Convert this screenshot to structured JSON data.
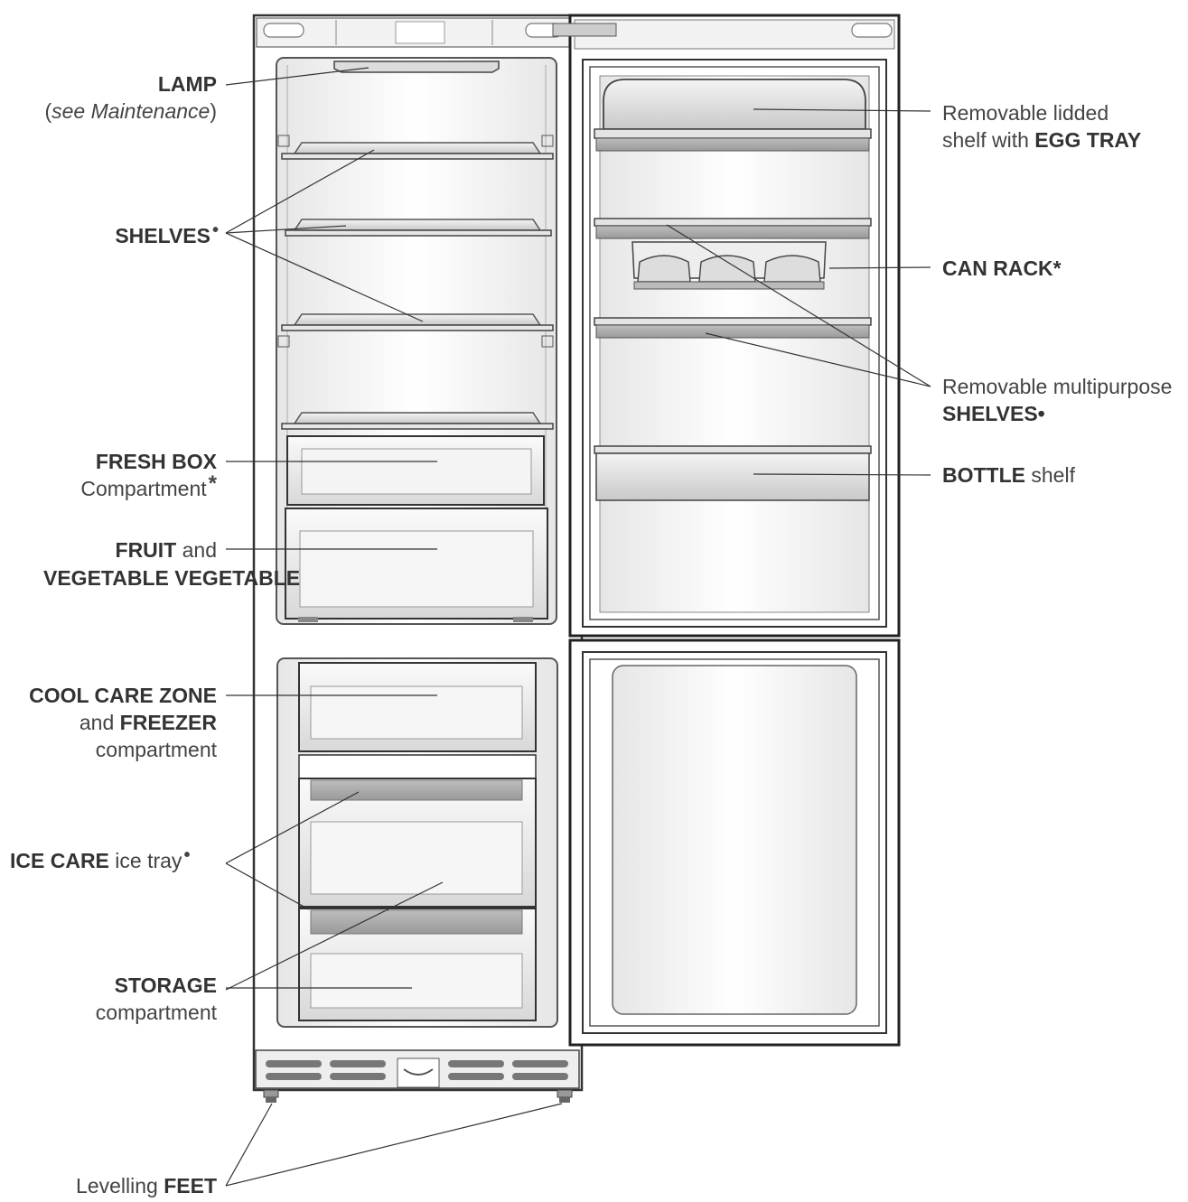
{
  "labels": {
    "lamp": {
      "title": "LAMP",
      "note": "see Maintenance"
    },
    "shelves": {
      "title": "SHELVES",
      "mark": "•"
    },
    "fresh_box": {
      "title": "FRESH BOX",
      "sub": "Compartment",
      "mark": "*"
    },
    "fruit_veg": {
      "title": "FRUIT",
      "joiner": "and",
      "line2": "VEGETABLE VEGETABLE"
    },
    "cool_care": {
      "title": "COOL CARE ZONE",
      "joiner": "and",
      "title2": "FREEZER",
      "sub": "compartment"
    },
    "ice_care": {
      "title": "ICE CARE",
      "sub": "ice tray",
      "mark": "•"
    },
    "storage": {
      "title": "STORAGE",
      "sub": "compartment"
    },
    "feet": {
      "prefix": "Levelling",
      "title": "FEET"
    },
    "egg_tray": {
      "line1": "Removable lidded",
      "prefix": "shelf with",
      "title": "EGG TRAY"
    },
    "can_rack": {
      "title": "CAN RACK",
      "mark": "*"
    },
    "multi_shelves": {
      "line1": "Removable multipurpose",
      "title": "SHELVES",
      "mark": "•"
    },
    "bottle": {
      "title": "BOTTLE",
      "sub": "shelf"
    }
  }
}
